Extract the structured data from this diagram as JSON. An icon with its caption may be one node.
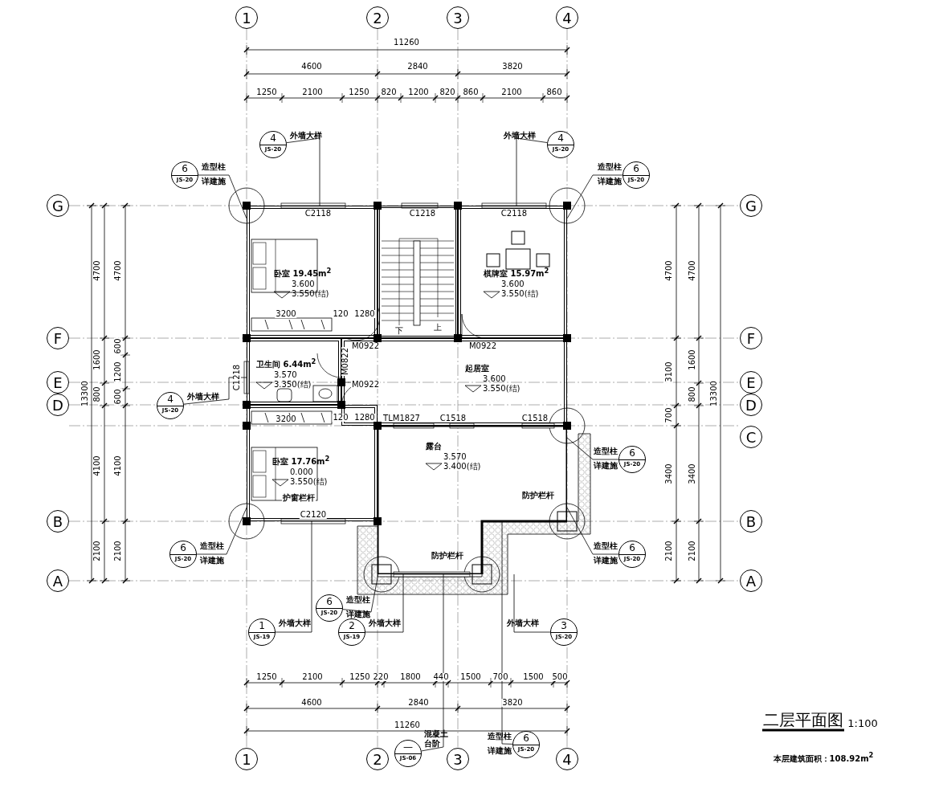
{
  "diagram": {
    "title": "二层平面图",
    "nodes": [
      {
        "text": [
          "1"
        ]
      },
      {
        "text": [
          "2"
        ]
      },
      {
        "text": [
          "3"
        ]
      },
      {
        "text": [
          "4"
        ]
      },
      {
        "text": [
          "G"
        ]
      },
      {
        "text": [
          "G"
        ]
      },
      {
        "text": [
          "F"
        ]
      },
      {
        "text": [
          "F"
        ]
      },
      {
        "text": [
          "E"
        ]
      },
      {
        "text": [
          "E"
        ]
      },
      {
        "text": [
          "D"
        ]
      },
      {
        "text": [
          "D"
        ]
      },
      {
        "text": [
          "C"
        ]
      },
      {
        "text": [
          "B"
        ]
      },
      {
        "text": [
          "B"
        ]
      },
      {
        "text": [
          "A"
        ]
      },
      {
        "text": [
          "A"
        ]
      },
      {
        "text": [
          "1"
        ]
      },
      {
        "text": [
          "2"
        ]
      },
      {
        "text": [
          "3"
        ]
      },
      {
        "text": [
          "4"
        ]
      },
      {
        "text": [
          "卧室 19.45m$^{2}$",
          "3.600",
          "3.550(结)"
        ]
      },
      {
        "text": [
          "棋牌室 15.97m$^{2}$",
          "3.600",
          "3.550(结)"
        ]
      },
      {
        "text": [],
        "shape": "box"
      },
      {
        "text": [
          "卫生间 6.44m$^{2}$",
          "3.570",
          "3.350(结)"
        ]
      },
      {
        "text": [
          "起居室",
          "3.600",
          "3.550(结)"
        ]
      },
      {
        "text": [
          "卧室 17.76m$^{2}$",
          "0.000",
          "3.550(结)"
        ]
      },
      {
        "text": [
          "露台",
          "3.570",
          "3.400(结)"
        ]
      },
      {
        "text": [
          "6",
          "JS-20"
        ],
        "beside": [
          "造型柱",
          "详建施"
        ]
      },
      {
        "text": [
          "4",
          "JS-20"
        ],
        "beside": [
          "外墙大样"
        ]
      },
      {
        "text": [
          "4",
          "JS-20"
        ],
        "beside": [
          "外墙大样"
        ]
      },
      {
        "text": [
          "6",
          "JS-20"
        ],
        "beside": [
          "造型柱",
          "详建施"
        ]
      },
      {
        "text": [
          "4",
          "JS-20"
        ],
        "beside": [
          "外墙大样"
        ]
      },
      {
        "text": [
          "6",
          "JS-20"
        ],
        "beside": [
          "造型柱",
          "详建施"
        ]
      },
      {
        "text": [
          "6",
          "JS-20"
        ],
        "beside": [
          "造型柱",
          "详建施"
        ]
      },
      {
        "text": [
          "6",
          "JS-20"
        ],
        "beside": [
          "造型柱",
          "详建施"
        ]
      },
      {
        "text": [
          "6",
          "JS-20"
        ],
        "beside": [
          "造型柱",
          "详建施"
        ]
      },
      {
        "text": [
          "1",
          "JS-19"
        ],
        "beside": [
          "外墙大样"
        ]
      },
      {
        "text": [
          "2",
          "JS-19"
        ],
        "beside": [
          "外墙大样"
        ]
      },
      {
        "text": [
          "3",
          "JS-20"
        ],
        "beside": [
          "外墙大样"
        ]
      },
      {
        "text": [
          "—",
          "JS-06"
        ],
        "beside": [
          "混凝土台阶"
        ]
      },
      {
        "text": [
          "6",
          "JS-20"
        ],
        "beside": [
          "造型柱",
          "详建施"
        ]
      }
    ],
    "edges": [
      {
        "from": 28,
        "to": 21,
        "arrow": "none"
      },
      {
        "from": 29,
        "to": 21,
        "arrow": "none"
      },
      {
        "from": 30,
        "to": 22,
        "arrow": "none"
      },
      {
        "from": 31,
        "to": 22,
        "arrow": "none"
      },
      {
        "from": 32,
        "to": 24,
        "arrow": "none"
      },
      {
        "from": 33,
        "to": 27,
        "arrow": "none"
      },
      {
        "from": 34,
        "to": 26,
        "arrow": "none"
      },
      {
        "from": 35,
        "to": 27,
        "arrow": "none"
      },
      {
        "from": 36,
        "to": 27,
        "arrow": "none"
      },
      {
        "from": 37,
        "to": 26,
        "arrow": "none"
      },
      {
        "from": 38,
        "to": 27,
        "arrow": "none"
      },
      {
        "from": 39,
        "to": 27,
        "arrow": "none"
      },
      {
        "from": 40,
        "to": 27,
        "arrow": "none"
      },
      {
        "from": 41,
        "to": 27,
        "arrow": "none"
      }
    ],
    "labels": [
      "11260",
      "4600",
      "2840",
      "3820",
      "1250",
      "2100",
      "1250",
      "820",
      "1200",
      "820",
      "860",
      "2100",
      "860",
      "C2118",
      "C1218",
      "C2118",
      "13300",
      "4700",
      "1600",
      "800",
      "4100",
      "2100",
      "4700",
      "600",
      "1200",
      "600",
      "4100",
      "2100",
      "4700",
      "3100",
      "700",
      "3400",
      "2100",
      "4700",
      "1600",
      "800",
      "3400",
      "2100",
      "13300",
      "3200",
      "120",
      "1280",
      "M0922",
      "M0822",
      "M0922",
      "M0922",
      "C1218",
      "下",
      "上",
      "3200",
      "120",
      "1280",
      "TLM1827",
      "C1518",
      "C1518",
      "护窗栏杆",
      "C2120",
      "防护栏杆",
      "防护栏杆",
      "1250",
      "2100",
      "1250",
      "220",
      "1800",
      "440",
      "1500",
      "700",
      "1500",
      "500",
      "4600",
      "2840",
      "3820",
      "11260",
      "1:100",
      "本层建筑面积：108.92m$^{2}$"
    ]
  }
}
